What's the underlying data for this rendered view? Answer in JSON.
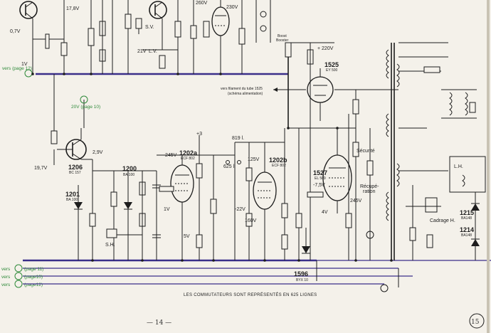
{
  "components": {
    "q1206": {
      "ref": "1206",
      "type": "BC 157"
    },
    "q1201": {
      "ref": "1201",
      "type": "BA 100"
    },
    "q1200": {
      "ref": "1200",
      "type": "BA 100"
    },
    "v1202a": {
      "ref": "1202a",
      "type": "ECF 802"
    },
    "v1202b": {
      "ref": "1202b",
      "type": "ECF 802"
    },
    "v1527": {
      "ref": "1527",
      "type": "EL 509"
    },
    "v1525": {
      "ref": "1525",
      "type": "EY 500"
    },
    "d1596": {
      "ref": "1596",
      "type": "BYX 10"
    },
    "d1215": {
      "ref": "1215",
      "type": "BA148"
    },
    "d1214": {
      "ref": "1214",
      "type": "BA148"
    }
  },
  "voltages": {
    "v_17_8": "17,8V",
    "v_0_7": "0,7V",
    "v_21": "21V",
    "v_260": "260V",
    "v_230": "230V",
    "v_220": "+ 220V",
    "v_3": "+3",
    "v_245a": "245V",
    "v_2_9": "2,9V",
    "v_19_7": "19,7V",
    "v_125": "125V",
    "v_1": "1V",
    "v_5": "5V",
    "v_22": "-22V",
    "v_160": "160V",
    "v_7_5": "-7,5V",
    "v_245b": "245V",
    "v_4": "4V",
    "v_1v_top": "1V"
  },
  "labels": {
    "sv": "S.V.",
    "lv": "L.V.",
    "sh": "S.H.",
    "lh": "L.H.",
    "securite": "Sécurité",
    "recuperation_1": "Récupé-",
    "recuperation_2": "ration",
    "cadrage": "Cadrage H.",
    "vers_filament_1": "vers filament du tube 1525",
    "vers_filament_2": "(schéma alimentation)",
    "freq_625": "625 l.",
    "freq_819": "819 l.",
    "boost": "Boost",
    "boost_sub": "Booster",
    "v_20": "20V (page 10)"
  },
  "page_refs": {
    "p12": "vers (page 12)",
    "p11": "(page 11)",
    "p10": "(page10)",
    "p12b": "(page12)",
    "vers": "vers"
  },
  "footer": {
    "note": "LES COMMUTATEURS SONT REPRÉSENTÉS EN 625 LIGNES",
    "page_left": "— 14 —",
    "page_right": "15"
  }
}
